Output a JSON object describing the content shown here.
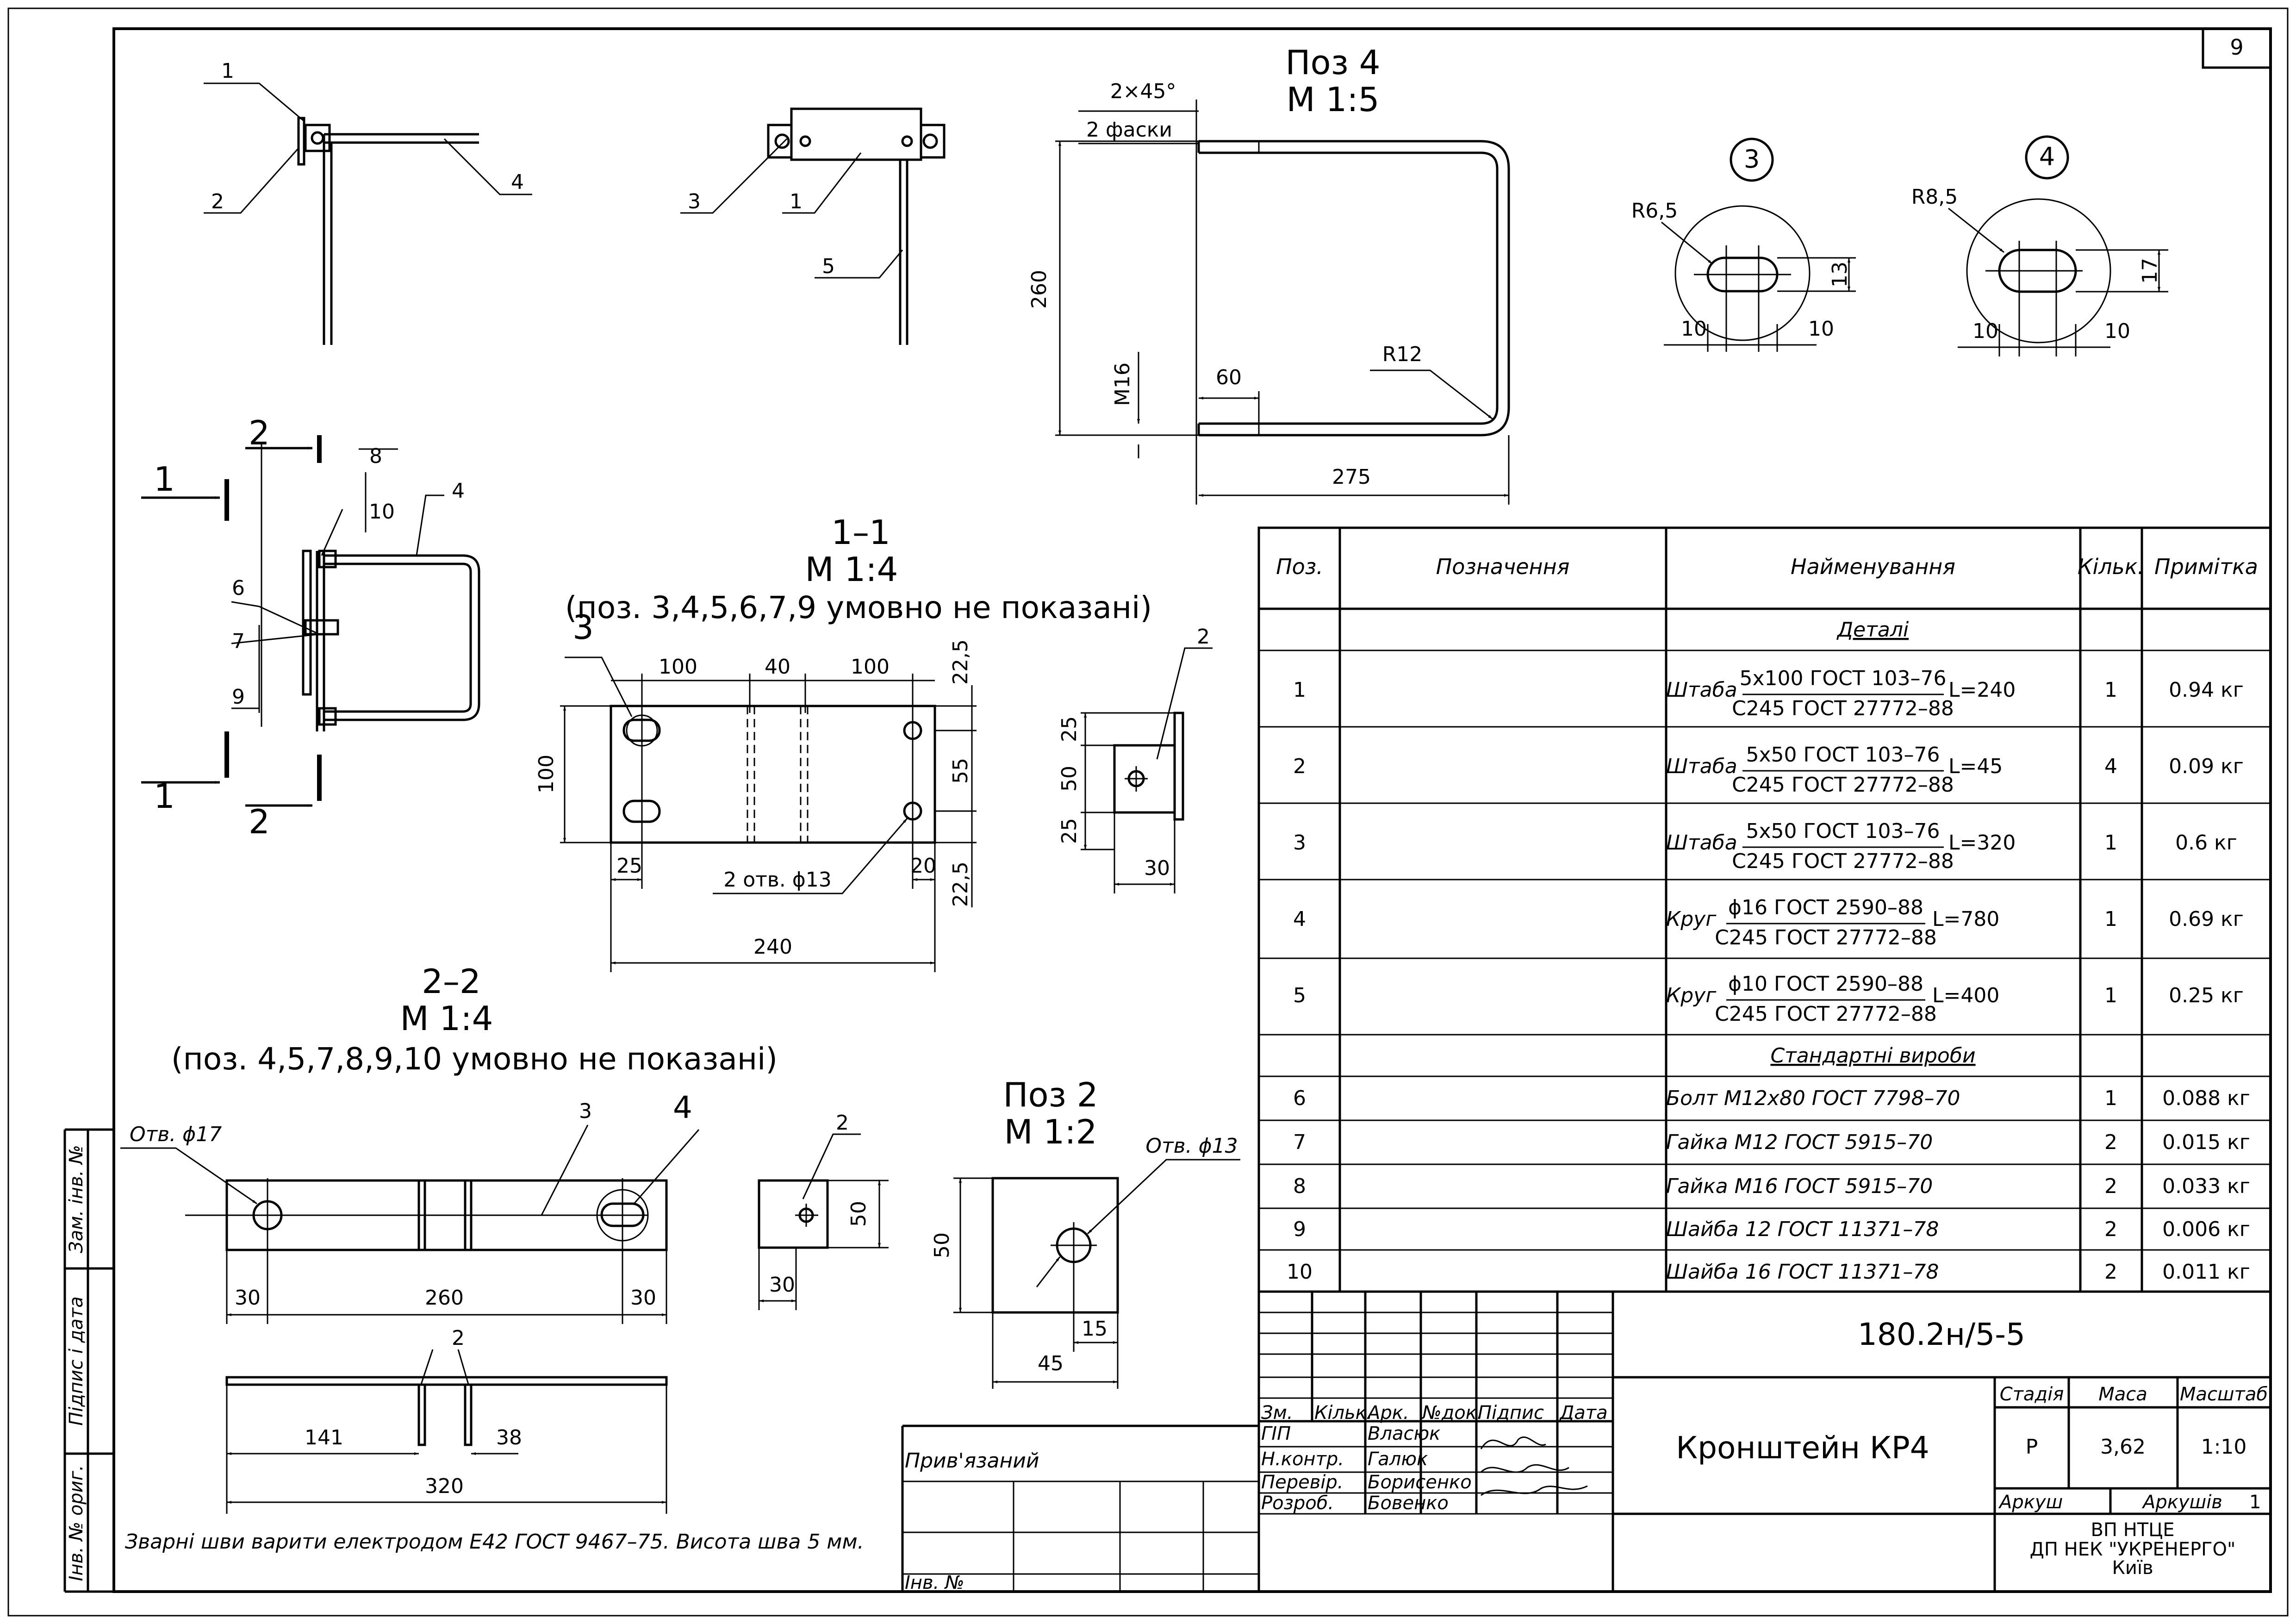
{
  "sheet_number": "9",
  "pos4_view": {
    "title": "Поз 4",
    "scale": "М 1:5",
    "chamfer": "2×45°",
    "chamfer_note": "2 фаски",
    "dim_height": "260",
    "dim_thread": "M16",
    "dim_thread_len": "60",
    "dim_width": "275",
    "dim_radius": "R12"
  },
  "detail3": {
    "circle_label": "3",
    "radius": "R6,5",
    "height": "13",
    "left": "10",
    "right": "10"
  },
  "detail4": {
    "circle_label": "4",
    "radius": "R8,5",
    "height": "17",
    "left": "10",
    "right": "10"
  },
  "iso_top": {
    "labels": [
      "1",
      "2",
      "4",
      "3",
      "1",
      "5"
    ]
  },
  "side_view": {
    "labels": [
      "2",
      "8",
      "10",
      "4",
      "1",
      "6",
      "7",
      "9",
      "1",
      "2"
    ]
  },
  "section11": {
    "title": "1–1",
    "scale": "М 1:4",
    "note": "(поз. 3,4,5,6,7,9 умовно не показані)",
    "pos_label": "3",
    "dims": {
      "d100a": "100",
      "d40": "40",
      "d100b": "100",
      "d225a": "22,5",
      "d100h": "100",
      "d55": "55",
      "d25": "25",
      "d20": "20",
      "d225b": "22,5",
      "d240": "240"
    },
    "holes": "2 отв. ϕ13"
  },
  "plate2_small": {
    "label": "2",
    "d25a": "25",
    "d50": "50",
    "d25b": "25",
    "d30": "30"
  },
  "section22": {
    "title": "2–2",
    "scale": "М 1:4",
    "note": "(поз. 4,5,7,8,9,10 умовно не показані)",
    "hole": "Отв. ϕ17",
    "pos3": "3",
    "pos4": "4",
    "dims": {
      "d30a": "30",
      "d260": "260",
      "d30b": "30"
    }
  },
  "plan22": {
    "pos2": "2",
    "d141": "141",
    "d38": "38",
    "d320": "320"
  },
  "plate2_side": {
    "label": "2",
    "d50": "50",
    "d30": "30"
  },
  "pos2_view": {
    "title": "Поз 2",
    "scale": "М 1:2",
    "hole": "Отв. ϕ13",
    "d50": "50",
    "d15": "15",
    "d45": "45"
  },
  "weld_note": "Зварні шви варити електродом Е42 ГОСТ 9467–75. Висота шва 5 мм.",
  "spec": {
    "headers": [
      "Поз.",
      "Позначення",
      "Найменування",
      "Кільк.",
      "Примітка"
    ],
    "section_details": "Деталі",
    "section_standard": "Стандартні вироби",
    "details": [
      {
        "pos": "1",
        "prefix": "Штаба",
        "top": "5х100 ГОСТ 103–76",
        "bottom": "С245 ГОСТ 27772–88",
        "len": "L=240",
        "qty": "1",
        "note": "0.94 кг"
      },
      {
        "pos": "2",
        "prefix": "Штаба",
        "top": "5х50 ГОСТ 103–76",
        "bottom": "С245 ГОСТ 27772–88",
        "len": "L=45",
        "qty": "4",
        "note": "0.09 кг"
      },
      {
        "pos": "3",
        "prefix": "Штаба",
        "top": "5х50 ГОСТ 103–76",
        "bottom": "С245 ГОСТ 27772–88",
        "len": "L=320",
        "qty": "1",
        "note": "0.6 кг"
      },
      {
        "pos": "4",
        "prefix": "Круг",
        "top": "ϕ16 ГОСТ 2590–88",
        "bottom": "С245 ГОСТ 27772–88",
        "len": "L=780",
        "qty": "1",
        "note": "0.69 кг"
      },
      {
        "pos": "5",
        "prefix": "Круг",
        "top": "ϕ10 ГОСТ 2590–88",
        "bottom": "С245 ГОСТ 27772–88",
        "len": "L=400",
        "qty": "1",
        "note": "0.25 кг"
      }
    ],
    "standard": [
      {
        "pos": "6",
        "name": "Болт M12х80 ГОСТ 7798–70",
        "qty": "1",
        "note": "0.088 кг"
      },
      {
        "pos": "7",
        "name": "Гайка M12 ГОСТ 5915–70",
        "qty": "2",
        "note": "0.015 кг"
      },
      {
        "pos": "8",
        "name": "Гайка M16 ГОСТ 5915–70",
        "qty": "2",
        "note": "0.033 кг"
      },
      {
        "pos": "9",
        "name": "Шайба 12 ГОСТ 11371–78",
        "qty": "2",
        "note": "0.006 кг"
      },
      {
        "pos": "10",
        "name": "Шайба 16 ГОСТ 11371–78",
        "qty": "2",
        "note": "0.011 кг"
      }
    ]
  },
  "title_block": {
    "code": "180.2н/5-5",
    "name": "Кронштейн КР4",
    "headers": [
      "Зм.",
      "Кільк.",
      "Арк.",
      "№док.",
      "Підпис",
      "Дата"
    ],
    "roles": [
      "ГІП",
      "Н.контр.",
      "Перевір.",
      "Розроб."
    ],
    "names": [
      "Власюк",
      "Галюк",
      "Борисенко",
      "Бовенко"
    ],
    "stage_label": "Стадія",
    "mass_label": "Маса",
    "scale_label": "Масштаб",
    "stage": "Р",
    "mass": "3,62",
    "scale": "1:10",
    "sheet_label": "Аркуш",
    "sheets_label": "Аркушів",
    "sheets": "1",
    "org_line1": "ВП НТЦЕ",
    "org_line2": "ДП НЕК \"УКРЕНЕРГО\"",
    "org_line3": "Київ"
  },
  "attached_label": "Прив'язаний",
  "inv_label": "Інв. №",
  "side_stamp": [
    "Інв. № ориг.",
    "Підпис і дата",
    "Зам. інв. №"
  ]
}
